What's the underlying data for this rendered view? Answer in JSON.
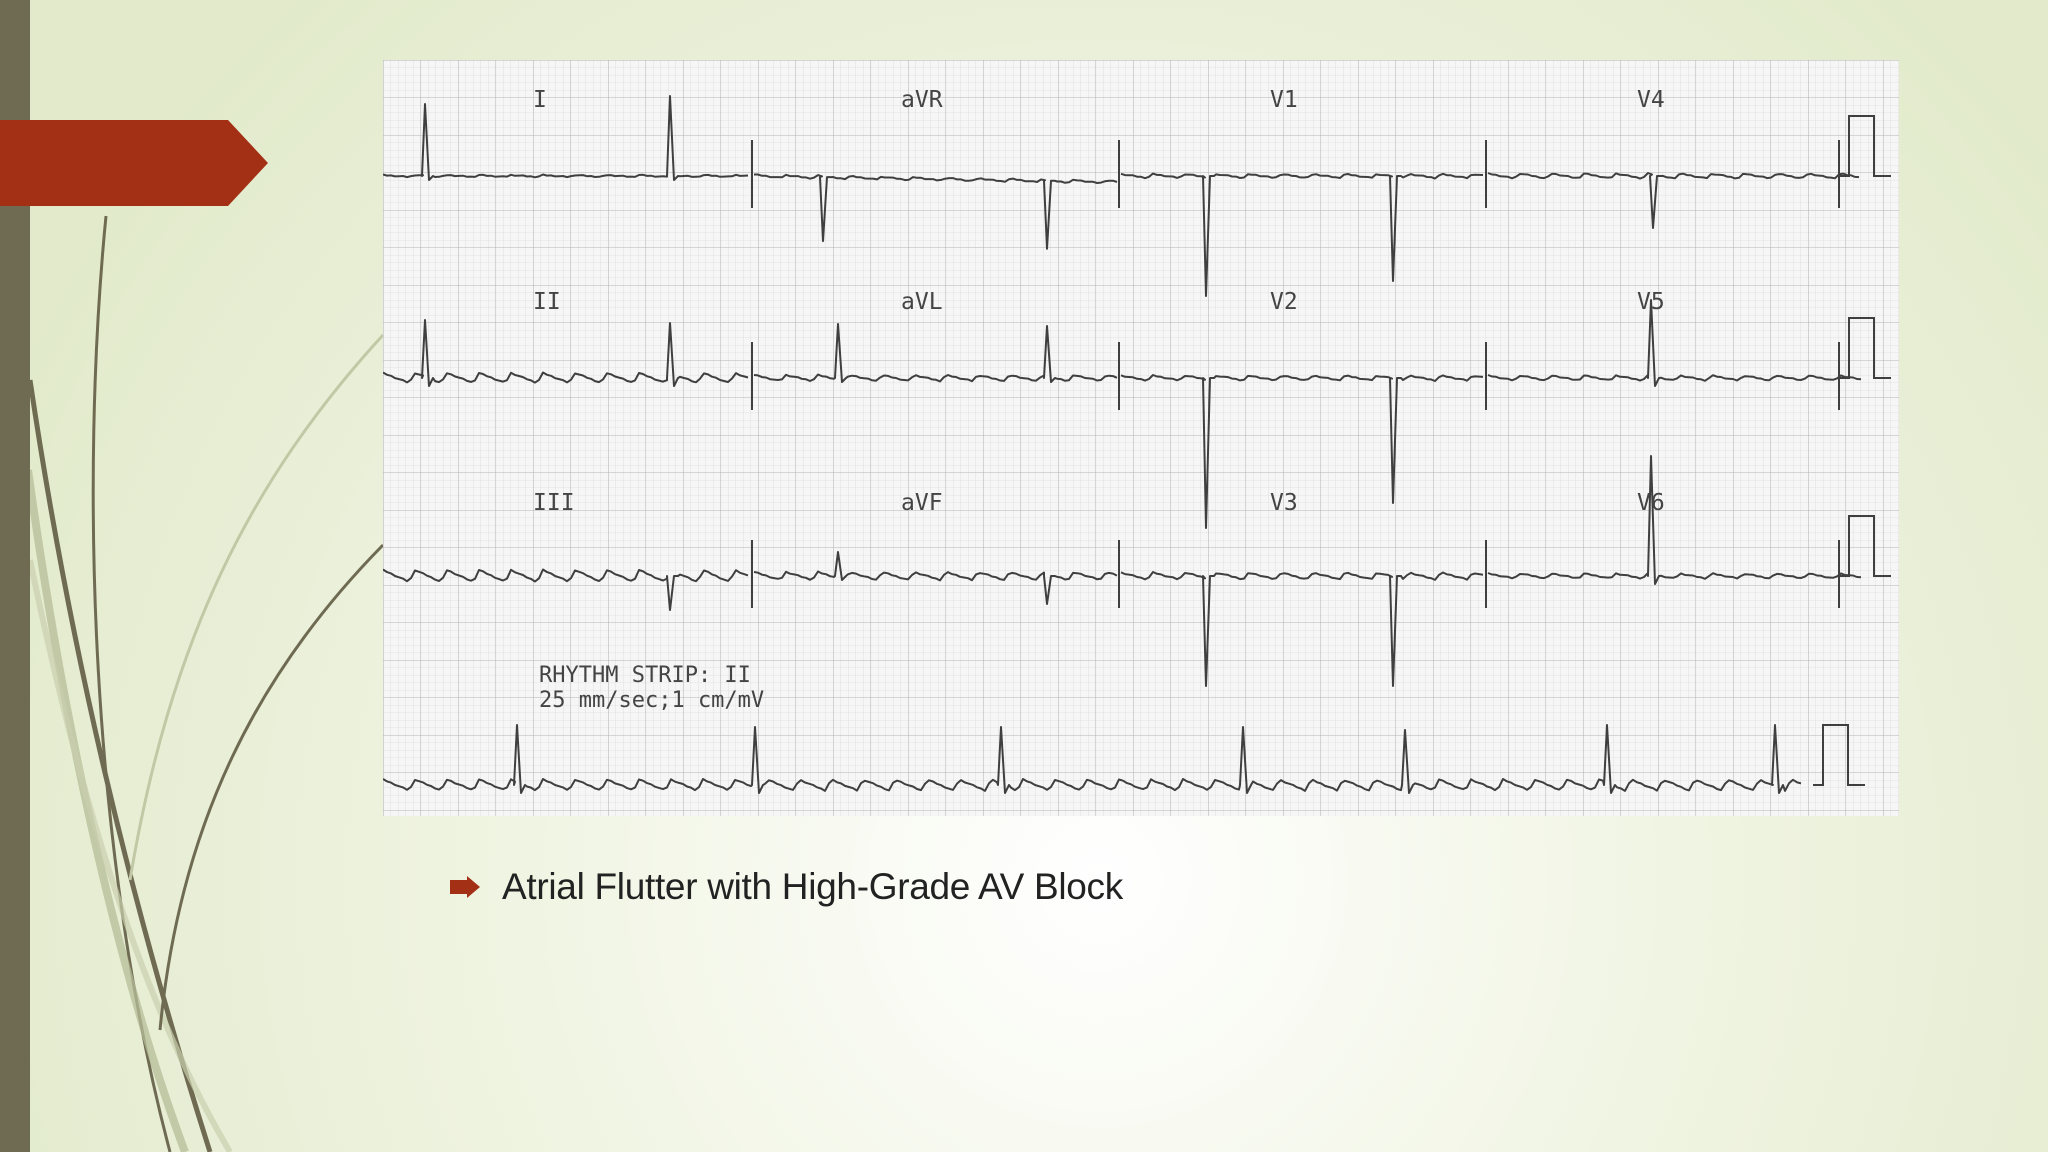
{
  "slide": {
    "accent_color": "#A33015",
    "sidebar_color": "#6F6B52",
    "background_color": "#E7EDD4",
    "bullet_icon": "arrow-bullet-icon"
  },
  "ecg": {
    "leads": [
      "I",
      "aVR",
      "V1",
      "V4",
      "II",
      "aVL",
      "V2",
      "V5",
      "III",
      "aVF",
      "V3",
      "V6"
    ],
    "rhythm_strip_line1": "RHYTHM STRIP: II",
    "rhythm_strip_line2": "25 mm/sec;1 cm/mV"
  },
  "caption": {
    "text": "Atrial Flutter with High-Grade AV Block"
  }
}
